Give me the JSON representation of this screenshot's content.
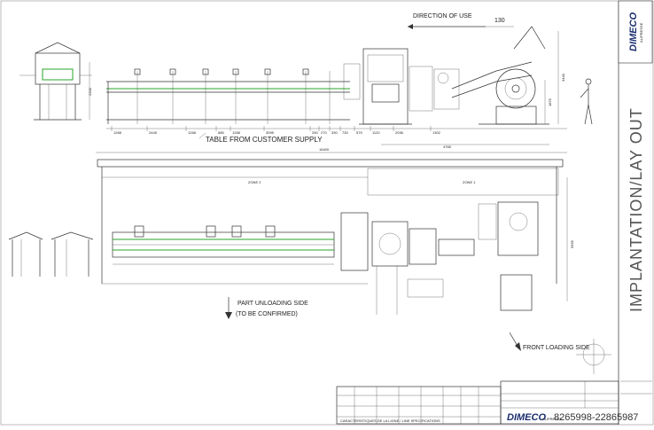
{
  "labels": {
    "direction": "DIRECTION OF USE",
    "table": "TABLE FROM CUSTOMER SUPPLY",
    "zone1": "ZONE 1",
    "zone2": "ZONE 2",
    "unload_1": "PART UNLOADING SIDE",
    "unload_2": "(TO BE CONFIRMED)",
    "front": "FRONT LOADING SIDE",
    "line_spec": "CARACTERISTIQUES DE LA LIGNE / LINE SPECIFICATIONS"
  },
  "dimensions": {
    "top_width": "130",
    "height_left": "2200",
    "height_right": "3440",
    "height_right2": "1875",
    "overall_length": "16400",
    "sub_length": "4765",
    "vertical_right": "5565",
    "bottom_dims": [
      "1268",
      "2445",
      "1268",
      "685",
      "1268",
      "3095",
      "250",
      "270",
      "330",
      "730",
      "575",
      "1120",
      "2036",
      "1302"
    ]
  },
  "title_block": {
    "sheet_title": "IMPLANTATION/LAY OUT",
    "brand": "DIMECO",
    "brand_sub": "ALIPRESSE",
    "right_brand": "DIMECO",
    "right_brand_sub": "ALIPRESSE",
    "watermark": "8265998-22865987"
  }
}
